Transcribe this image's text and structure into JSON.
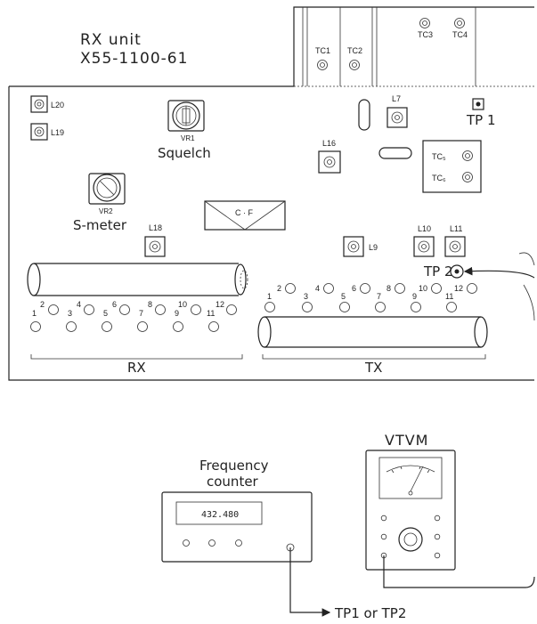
{
  "title": {
    "unit": "RX unit",
    "model": "X55-1100-61"
  },
  "trimmers": {
    "tc1": "TC1",
    "tc2": "TC2",
    "tc3": "TC3",
    "tc4": "TC4",
    "tc5": "TC₅",
    "tc6": "TC₆"
  },
  "coils": {
    "l20": "L20",
    "l19": "L19",
    "l7": "L7",
    "l16": "L16",
    "l18": "L18",
    "l9": "L9",
    "l10": "L10",
    "l11": "L11"
  },
  "controls": {
    "vr1": "VR1",
    "vr1_name": "Squelch",
    "vr2": "VR2",
    "vr2_name": "S-meter",
    "cf": "C · F"
  },
  "test_points": {
    "tp1": "TP 1",
    "tp2": "TP 2"
  },
  "connectors": {
    "rx_label": "RX",
    "tx_label": "TX",
    "pins": [
      "1",
      "2",
      "3",
      "4",
      "5",
      "6",
      "7",
      "8",
      "9",
      "10",
      "11",
      "12"
    ]
  },
  "instruments": {
    "frequency_counter": "Frequency\ncounter",
    "counter_display": "432.480",
    "vtvm": "VTVM",
    "destination": "TP1  or  TP2"
  }
}
